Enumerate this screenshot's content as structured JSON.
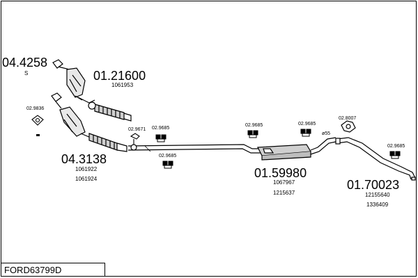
{
  "diagram_code": "FORD63799D",
  "parts": {
    "p1": {
      "number": "04.4258",
      "suffix": "S"
    },
    "p2": {
      "number": "01.21600",
      "ref1": "1061953"
    },
    "p3": {
      "number": "04.3138",
      "ref1": "1061922",
      "ref2": "1061924"
    },
    "p4": {
      "number": "01.59980",
      "ref1": "1067967",
      "ref2": "1215637"
    },
    "p5": {
      "number": "01.70023",
      "ref1": "12155640",
      "ref2": "1336409"
    }
  },
  "fittings": {
    "f1": "02.9836",
    "f2": "02.9671",
    "f3": "02.9685",
    "f4": "02.9685",
    "f5": "02.9685",
    "f6": "02.9685",
    "f7": "02.8007",
    "f8": "02.9685",
    "f9": "ø55"
  }
}
